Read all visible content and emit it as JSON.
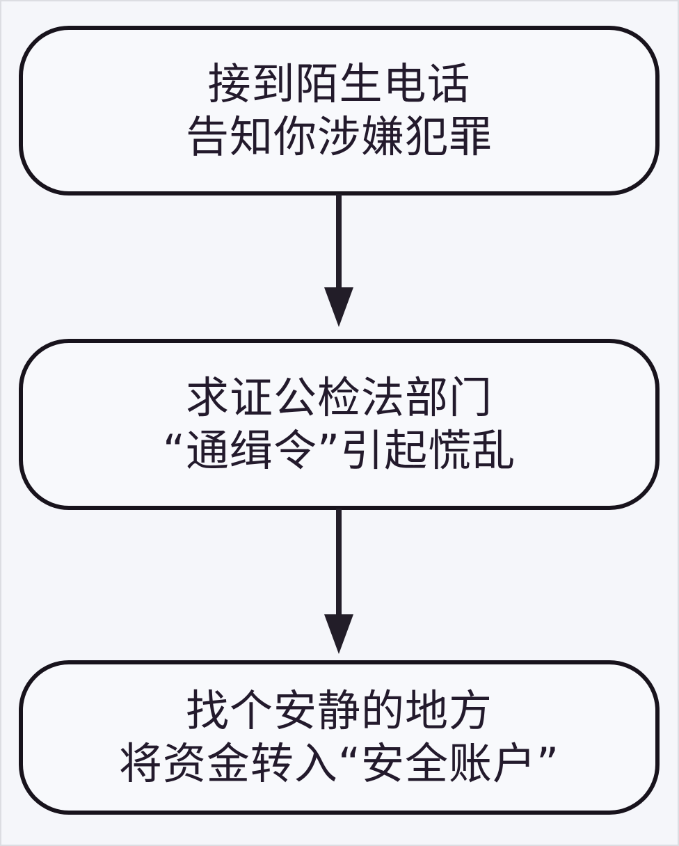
{
  "flowchart": {
    "title_hint": "telecom-fraud-process-flowchart",
    "steps": [
      {
        "line1": "接到陌生电话",
        "line2": "告知你涉嫌犯罪"
      },
      {
        "line1": "求证公检法部门",
        "line2": "“通缉令”引起慌乱"
      },
      {
        "line1": "找个安静的地方",
        "line2": "将资金转入“安全账户”"
      }
    ],
    "connectors": [
      {
        "type": "arrow-down",
        "from": "step-1",
        "to": "step-2"
      },
      {
        "type": "arrow-down",
        "from": "step-2",
        "to": "step-3"
      }
    ],
    "colors": {
      "page_background": "#f5f6fa",
      "box_background": "#f8f9fc",
      "box_border": "#18131c",
      "text": "#231a2c",
      "arrow": "#221d28",
      "page_edge": "#dcdde2"
    }
  }
}
